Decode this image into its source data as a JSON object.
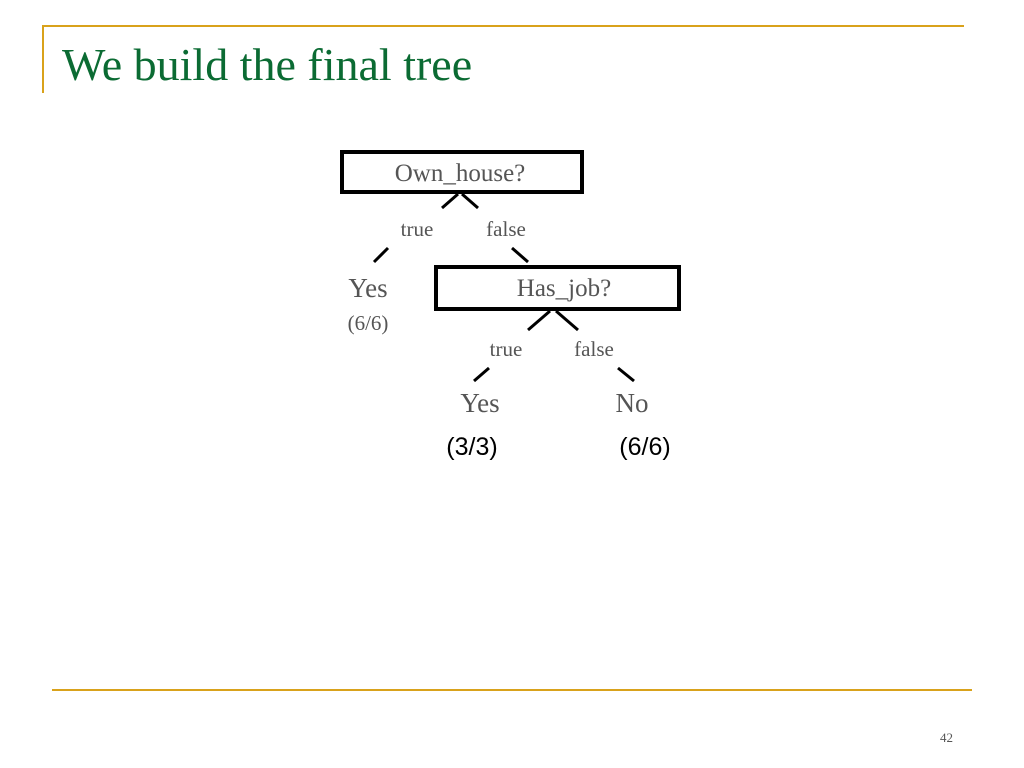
{
  "slide": {
    "title": "We build the final tree",
    "page_number": "42"
  },
  "tree": {
    "root": {
      "label": "Own_house?"
    },
    "root_edges": {
      "left": "true",
      "right": "false"
    },
    "leaf_left": {
      "label": "Yes",
      "count": "(6/6)"
    },
    "child": {
      "label": "Has_job?"
    },
    "child_edges": {
      "left": "true",
      "right": "false"
    },
    "leaf_child_left": {
      "label": "Yes",
      "count": "(3/3)"
    },
    "leaf_child_right": {
      "label": "No",
      "count": "(6/6)"
    }
  },
  "colors": {
    "title": "#0b6b33",
    "accent_rule": "#d9a21b",
    "node_text": "#555555",
    "box_border": "#000000"
  }
}
